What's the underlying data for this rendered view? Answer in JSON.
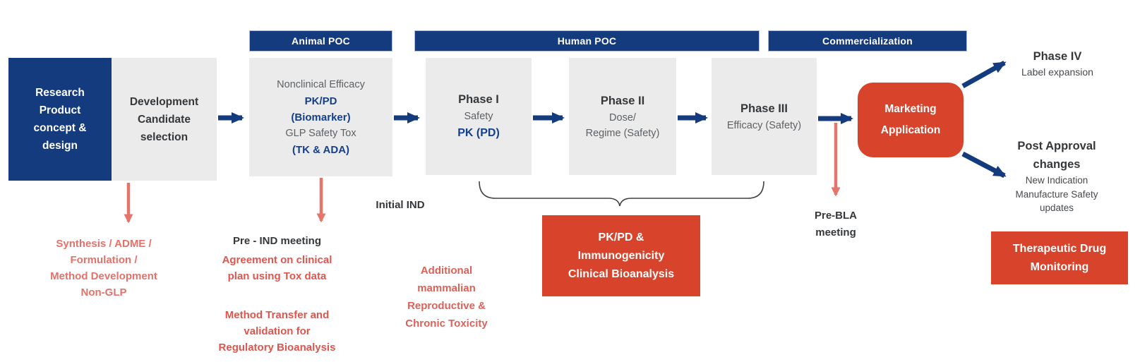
{
  "palette": {
    "navy": "#143B7E",
    "red_box": "#D7432B",
    "coral_arrow": "#E5756B",
    "coral_text_light": "#E4716A",
    "coral_text_deep": "#DE564E",
    "coral_text_mid": "#DC6158",
    "box_gray": "#EBEBEB",
    "text_dark": "#35383B",
    "text_gray": "#5D6165",
    "blue_text": "#143F8C",
    "white": "#FFFFFF"
  },
  "stage_headers": {
    "animal": "Animal POC",
    "human": "Human POC",
    "commercialization": "Commercialization"
  },
  "boxes": {
    "research": [
      "Research",
      "Product",
      "concept &",
      "design"
    ],
    "development": [
      "Development",
      "Candidate",
      "selection"
    ],
    "animal_poc": {
      "line1": "Nonclinical Efficacy",
      "line2": "PK/PD",
      "line3": "(Biomarker)",
      "line4": "GLP Safety Tox",
      "line5": "(TK & ADA)"
    },
    "phase1": {
      "title": "Phase I",
      "line1": "Safety",
      "line2": "PK (PD)"
    },
    "phase2": {
      "title": "Phase II",
      "line1": "Dose/",
      "line2": "Regime (Safety)"
    },
    "phase3": {
      "title": "Phase III",
      "line1": "Efficacy (Safety)"
    },
    "marketing": [
      "Marketing",
      "Application"
    ],
    "pkpd_bioanalysis": [
      "PK/PD &",
      "Immunogenicity",
      "Clinical Bioanalysis"
    ],
    "tdm": [
      "Therapeutic Drug",
      "Monitoring"
    ]
  },
  "outcomes": {
    "phase4": {
      "title": "Phase IV",
      "sub": "Label expansion"
    },
    "post_approval": {
      "title_line1": "Post Approval",
      "title_line2": "changes",
      "sub1": "New Indication",
      "sub2": "Manufacture Safety",
      "sub3": "updates"
    }
  },
  "annotations": {
    "synthesis": [
      "Synthesis / ADME /",
      "Formulation /",
      "Method Development",
      "Non-GLP"
    ],
    "pre_ind": {
      "title": "Pre - IND meeting",
      "lines_a": [
        "Agreement on clinical",
        "plan using Tox data"
      ],
      "lines_b": [
        "Method Transfer and",
        "validation for",
        "Regulatory Bioanalysis"
      ]
    },
    "initial_ind": "Initial IND",
    "additional_tox": [
      "Additional",
      "mammalian",
      "Reproductive &",
      "Chronic Toxicity"
    ],
    "pre_bla": [
      "Pre-BLA",
      "meeting"
    ]
  }
}
